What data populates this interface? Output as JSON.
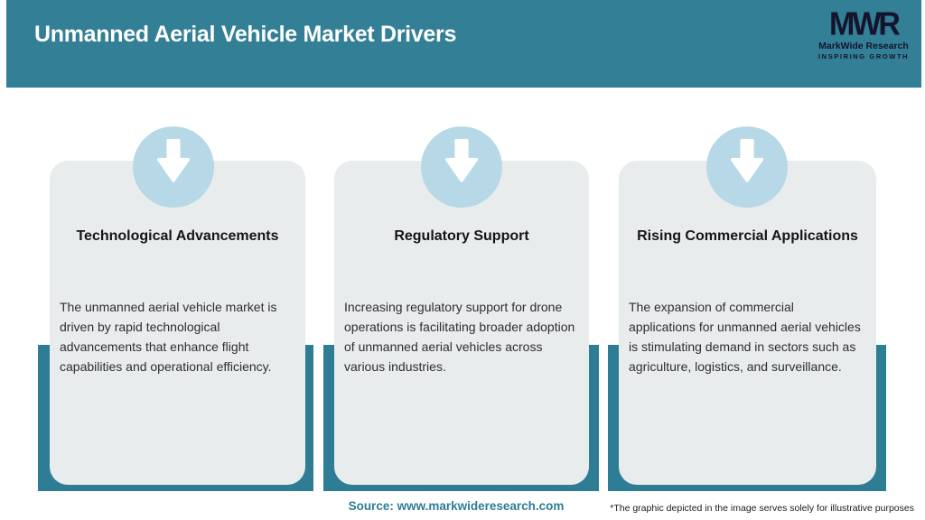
{
  "header": {
    "title": "Unmanned Aerial Vehicle Market Drivers"
  },
  "logo": {
    "monogram": "MWR",
    "name": "MarkWide Research",
    "tagline": "INSPIRING GROWTH"
  },
  "cards": [
    {
      "title": "Technological Advancements",
      "description": "The unmanned aerial vehicle market is driven by rapid technological advancements that enhance flight capabilities and operational efficiency."
    },
    {
      "title": "Regulatory Support",
      "description": "Increasing regulatory support for drone operations is facilitating broader adoption of unmanned aerial vehicles across various industries."
    },
    {
      "title": "Rising Commercial Applications",
      "description": "The expansion of commercial applications for unmanned aerial vehicles is stimulating demand in sectors such as agriculture, logistics, and surveillance."
    }
  ],
  "footer": {
    "source": "Source: www.markwideresearch.com",
    "disclaimer": "*The graphic depicted in the image serves solely for illustrative purposes"
  },
  "colors": {
    "teal_header": "#337f95",
    "teal_backing": "#2e7d95",
    "circle_blue": "#b7d8e6",
    "card_gray": "#e9eced",
    "logo_dark": "#14142c"
  }
}
